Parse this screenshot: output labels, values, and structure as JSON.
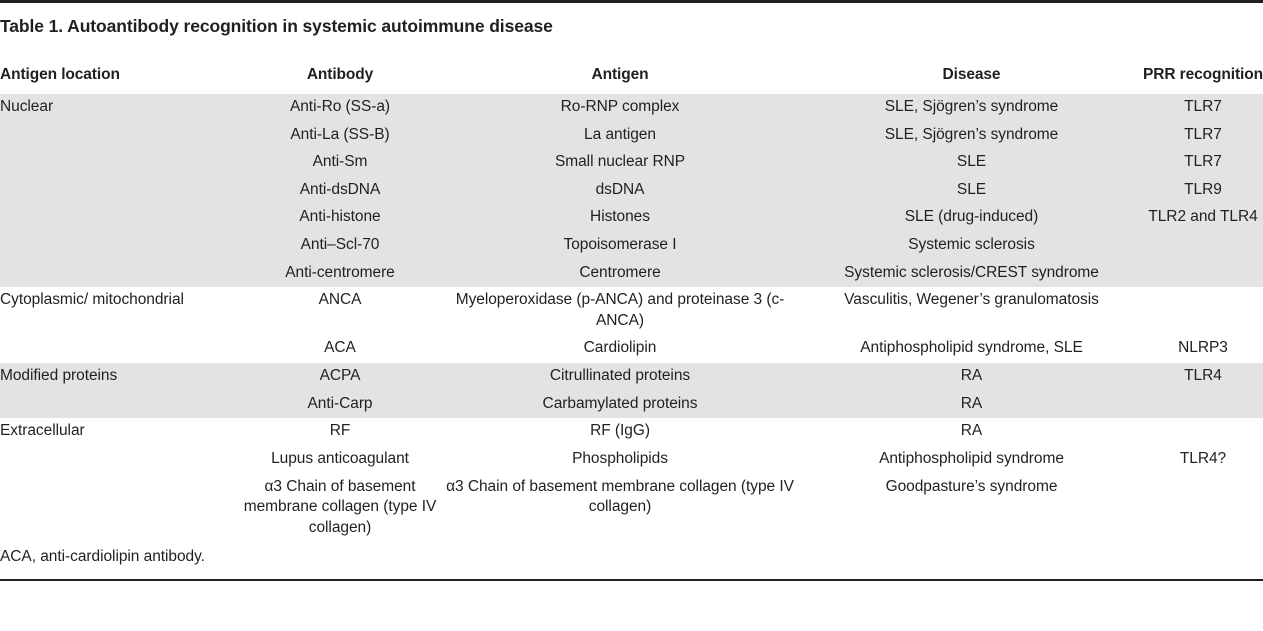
{
  "title": "Table 1. Autoantibody recognition in systemic autoimmune disease",
  "columns": [
    "Antigen location",
    "Antibody",
    "Antigen",
    "Disease",
    "PRR recognition"
  ],
  "rows": [
    {
      "shaded": true,
      "location": "Nuclear",
      "antibody": "Anti-Ro (SS-a)",
      "antigen": "Ro-RNP complex",
      "disease": "SLE, Sjögren’s syndrome",
      "prr": "TLR7"
    },
    {
      "shaded": true,
      "location": "",
      "antibody": "Anti-La (SS-B)",
      "antigen": "La antigen",
      "disease": "SLE, Sjögren’s syndrome",
      "prr": "TLR7"
    },
    {
      "shaded": true,
      "location": "",
      "antibody": "Anti-Sm",
      "antigen": "Small nuclear RNP",
      "disease": "SLE",
      "prr": "TLR7"
    },
    {
      "shaded": true,
      "location": "",
      "antibody": "Anti-dsDNA",
      "antigen": "dsDNA",
      "disease": "SLE",
      "prr": "TLR9"
    },
    {
      "shaded": true,
      "location": "",
      "antibody": "Anti-histone",
      "antigen": "Histones",
      "disease": "SLE (drug-induced)",
      "prr": "TLR2 and TLR4"
    },
    {
      "shaded": true,
      "location": "",
      "antibody": "Anti–Scl-70",
      "antigen": "Topoisomerase I",
      "disease": "Systemic sclerosis",
      "prr": ""
    },
    {
      "shaded": true,
      "location": "",
      "antibody": "Anti-centromere",
      "antigen": "Centromere",
      "disease": "Systemic sclerosis/CREST syndrome",
      "prr": ""
    },
    {
      "shaded": false,
      "location": "Cytoplasmic/ mitochondrial",
      "antibody": "ANCA",
      "antigen": "Myeloperoxidase (p-ANCA) and proteinase 3 (c-ANCA)",
      "disease": "Vasculitis, Wegener’s granulomatosis",
      "prr": ""
    },
    {
      "shaded": false,
      "location": "",
      "antibody": "ACA",
      "antigen": "Cardiolipin",
      "disease": "Antiphospholipid syndrome, SLE",
      "prr": "NLRP3"
    },
    {
      "shaded": true,
      "location": "Modified proteins",
      "antibody": "ACPA",
      "antigen": "Citrullinated proteins",
      "disease": "RA",
      "prr": "TLR4"
    },
    {
      "shaded": true,
      "location": "",
      "antibody": "Anti-Carp",
      "antigen": "Carbamylated proteins",
      "disease": "RA",
      "prr": ""
    },
    {
      "shaded": false,
      "location": "Extracellular",
      "antibody": "RF",
      "antigen": "RF (IgG)",
      "disease": "RA",
      "prr": ""
    },
    {
      "shaded": false,
      "location": "",
      "antibody": "Lupus anticoagulant",
      "antigen": "Phospholipids",
      "disease": "Antiphospholipid syndrome",
      "prr": "TLR4?"
    },
    {
      "shaded": false,
      "location": "",
      "antibody": "α3 Chain of basement membrane collagen (type IV collagen)",
      "antigen": "α3 Chain of basement membrane collagen (type IV collagen)",
      "disease": "Goodpasture’s syndrome",
      "prr": ""
    }
  ],
  "footnote": "ACA, anti-cardiolipin antibody.",
  "colors": {
    "shaded_band": "#e3e3e3",
    "rule": "#231f20",
    "text": "#231f20",
    "background": "#ffffff"
  }
}
